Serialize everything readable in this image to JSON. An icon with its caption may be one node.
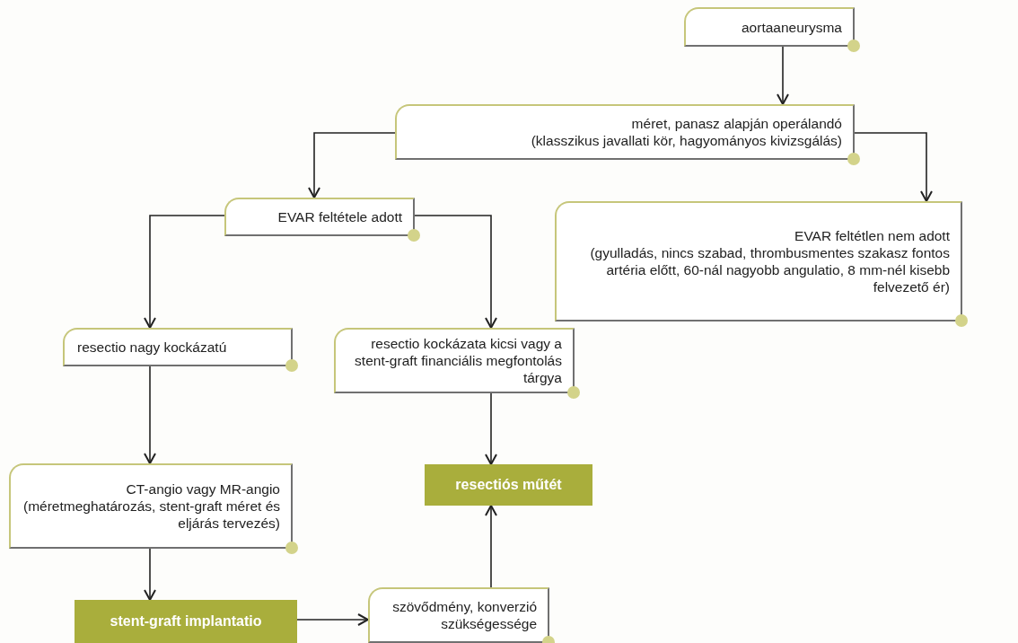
{
  "diagram": {
    "nodes": [
      {
        "text": [
          "aortaaneurysma"
        ]
      },
      {
        "text": [
          "méret, panasz alapján operálandó",
          "(klasszikus javallati kör, hagyományos kivizsgálás)"
        ]
      },
      {
        "text": [
          "EVAR feltétele adott"
        ]
      },
      {
        "text": [
          "EVAR feltétlen nem adott",
          "(gyulladás, nincs szabad, thrombusmentes szakasz fontos artéria előtt, 60-nál nagyobb angulatio, 8 mm-nél kisebb felvezető ér)"
        ]
      },
      {
        "text": [
          "resectio nagy kockázatú"
        ]
      },
      {
        "text": [
          "resectio kockázata kicsi vagy a stent-graft financiális megfontolás tárgya"
        ]
      },
      {
        "text": [
          "CT-angio vagy MR-angio",
          "(méretmeghatározás, stent-graft méret és eljárás tervezés)"
        ]
      },
      {
        "text": [
          "resectiós műtét"
        ]
      },
      {
        "text": [
          "stent-graft implantatio"
        ]
      },
      {
        "text": [
          "szövődmény, konverzió szükségessége"
        ]
      }
    ],
    "edges": [
      {
        "from": 0,
        "to": 1,
        "arrow": "to"
      },
      {
        "from": 1,
        "to": 2,
        "arrow": "to"
      },
      {
        "from": 1,
        "to": 3,
        "arrow": "to"
      },
      {
        "from": 2,
        "to": 4,
        "arrow": "to"
      },
      {
        "from": 2,
        "to": 5,
        "arrow": "to"
      },
      {
        "from": 4,
        "to": 6,
        "arrow": "to"
      },
      {
        "from": 5,
        "to": 7,
        "arrow": "to"
      },
      {
        "from": 6,
        "to": 8,
        "arrow": "to"
      },
      {
        "from": 8,
        "to": 9,
        "arrow": "to"
      },
      {
        "from": 9,
        "to": 7,
        "arrow": "to"
      }
    ]
  }
}
